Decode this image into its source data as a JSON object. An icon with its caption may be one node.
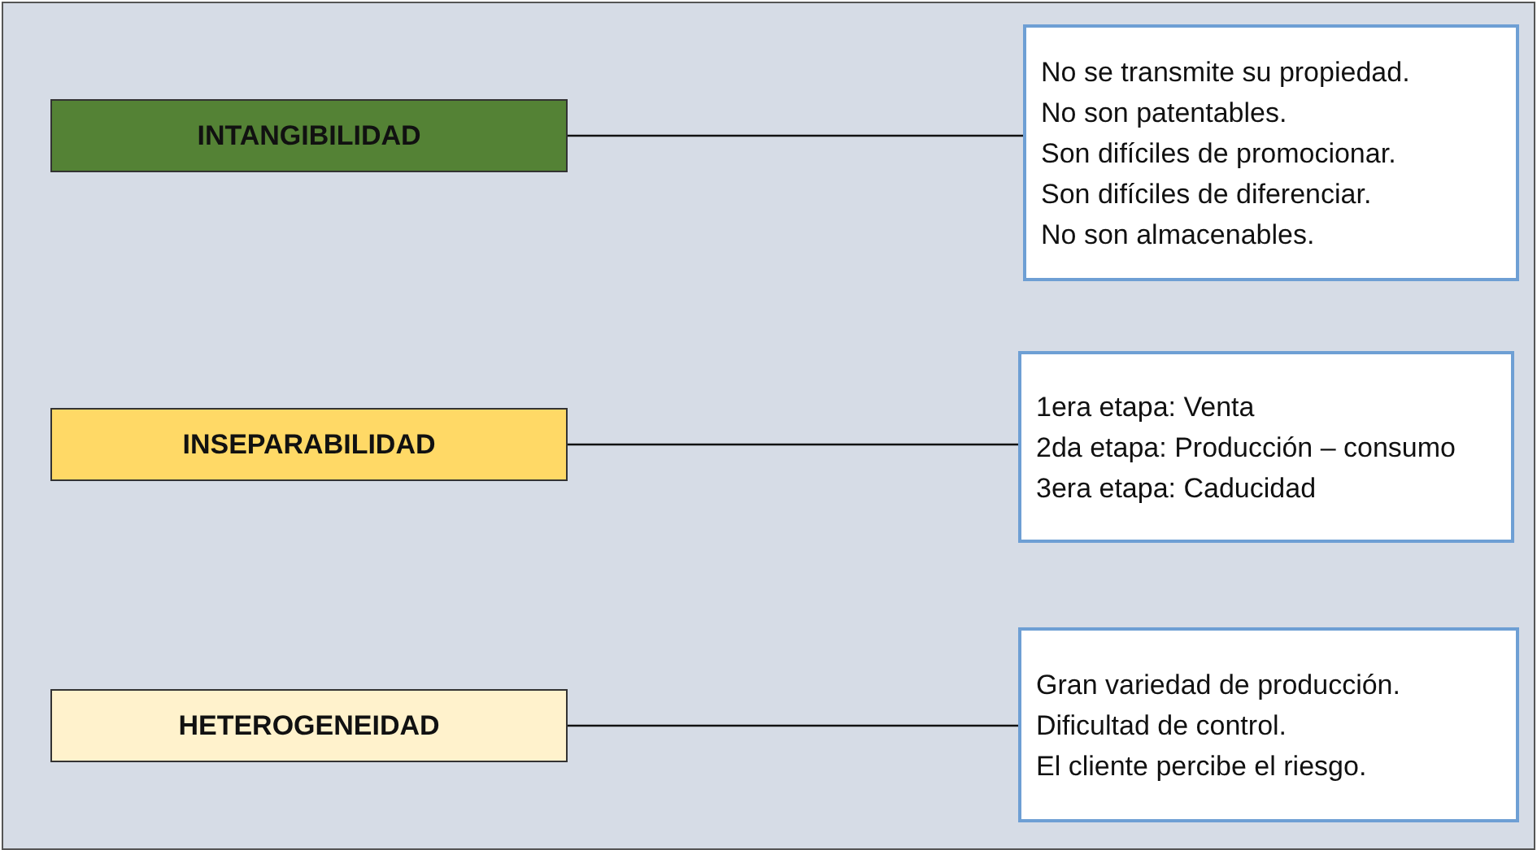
{
  "diagram": {
    "nodes": [
      {
        "text": [
          "INTANGIBILIDAD"
        ]
      },
      {
        "text": [
          "No se transmite su propiedad.",
          "No son patentables.",
          "Son difíciles de promocionar.",
          "Son difíciles de diferenciar.",
          "No son almacenables."
        ]
      },
      {
        "text": [
          "INSEPARABILIDAD"
        ]
      },
      {
        "text": [
          "1era etapa: Venta",
          "2da etapa: Producción – consumo",
          "3era etapa: Caducidad"
        ]
      },
      {
        "text": [
          "HETEROGENEIDAD"
        ]
      },
      {
        "text": [
          "Gran variedad de producción.",
          "Dificultad de control.",
          "El cliente percibe el riesgo."
        ]
      }
    ],
    "edges": [
      {
        "from": 0,
        "to": 1,
        "arrow": "none"
      },
      {
        "from": 2,
        "to": 3,
        "arrow": "none"
      },
      {
        "from": 4,
        "to": 5,
        "arrow": "none"
      }
    ]
  }
}
